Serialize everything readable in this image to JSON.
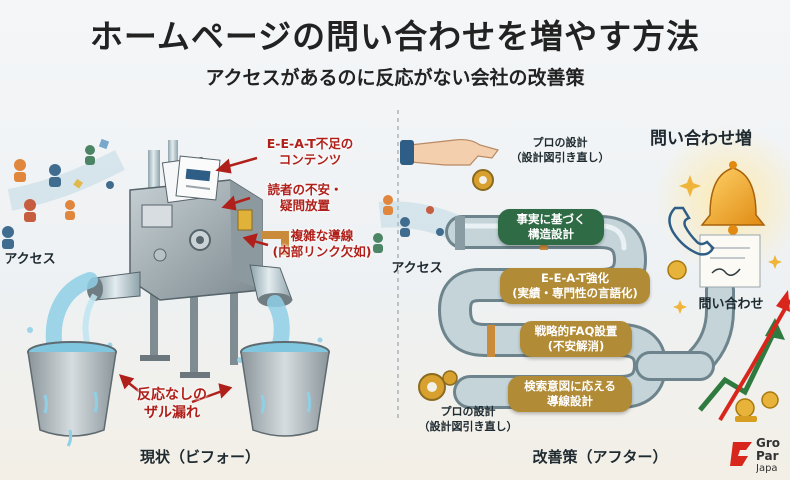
{
  "header": {
    "title": "ホームページの問い合わせを増やす方法",
    "subtitle": "アクセスがあるのに反応がない会社の改善策"
  },
  "before": {
    "access_label": "アクセス",
    "problems": [
      "E-E-A-T不足の\nコンテンツ",
      "読者の不安・\n疑問放置",
      "複雑な導線\n(内部リンク欠如)"
    ],
    "leak_label": "反応なしの\nザル漏れ",
    "caption": "現状（ビフォー）"
  },
  "after": {
    "pro_design_top": "プロの設計\n（設計図引き直し）",
    "access_label": "アクセス",
    "steps": [
      "事実に基づく\n構造設計",
      "E-E-A-T強化\n(実績・専門性の言語化)",
      "戦略的FAQ設置\n(不安解消)",
      "検索意図に応える\n導線設計"
    ],
    "pro_design_bottom": "プロの設計\n（設計図引き直し）",
    "increase_banner": "問い合わせ増",
    "inquiry_label": "問い合わせ",
    "caption": "改善策（アフター）"
  },
  "logo": {
    "line1": "Gro",
    "line2": "Par",
    "line3": "Japa"
  },
  "colors": {
    "red_text": "#b0201a",
    "pill_green": "#2f6b45",
    "pill_gold": "#b18b35",
    "pipe": "#b9c9cf",
    "water": "#8fd0e6",
    "logo_red": "#d9261c"
  }
}
